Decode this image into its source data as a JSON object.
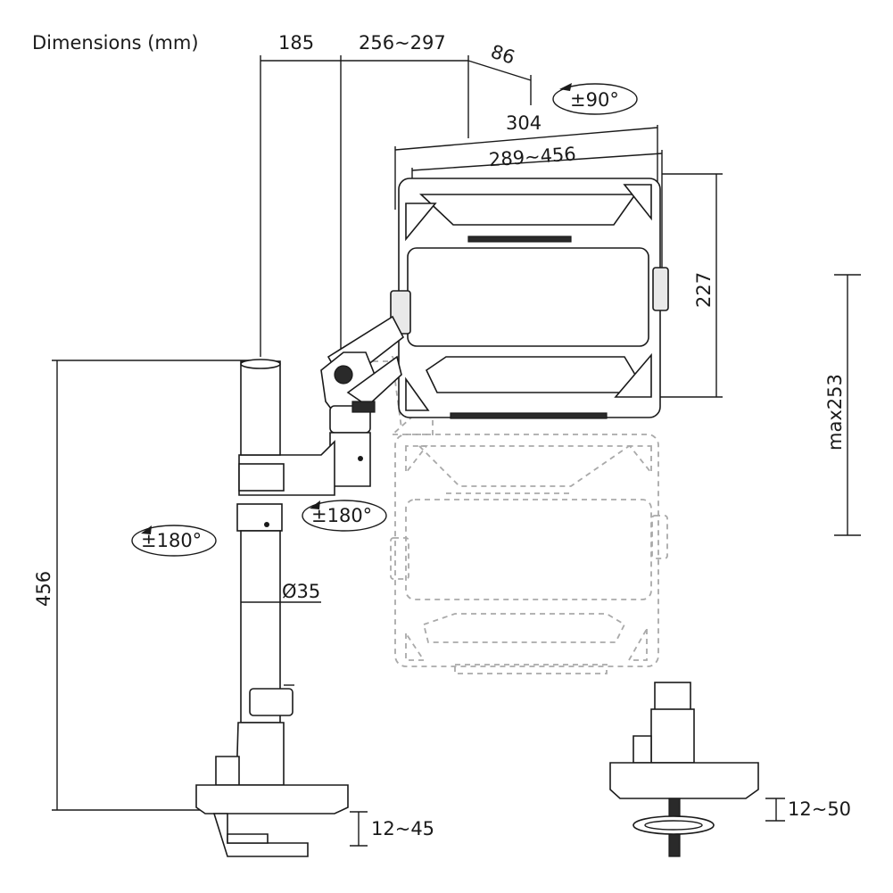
{
  "header": {
    "title": "Dimensions (mm)"
  },
  "dimensions": {
    "arm_first": "185",
    "arm_second": "256~297",
    "offset": "86",
    "tray_outer": "304",
    "tray_inner": "289~456",
    "tray_height": "227",
    "height_adjust": "max253",
    "pole_height": "456",
    "pole_diameter": "Ø35",
    "clamp_range": "12~45",
    "grommet_range": "12~50"
  },
  "rotations": {
    "tilt": "±90°",
    "arm_swivel": "±180°",
    "pole_swivel": "±180°"
  },
  "colors": {
    "line": "#1a1a1a",
    "ghost": "#a9a9a9",
    "background": "#ffffff"
  }
}
